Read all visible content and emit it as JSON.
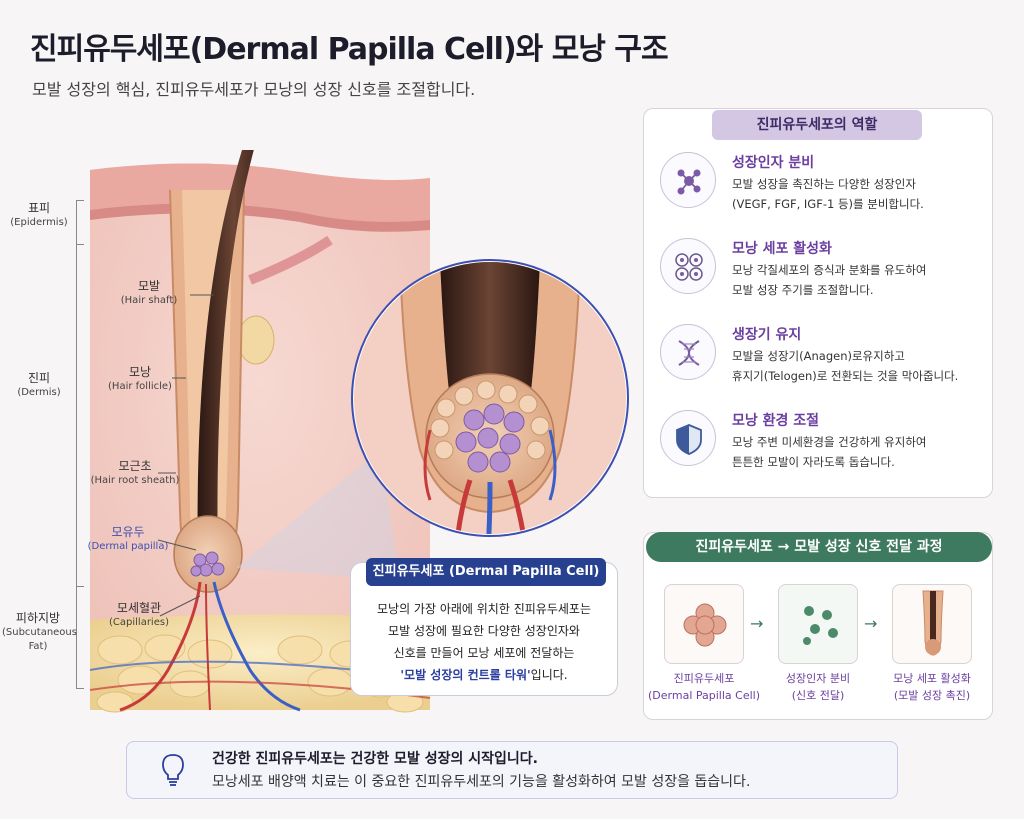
{
  "header": {
    "title": "진피유두세포(Dermal Papilla Cell)와 모낭 구조",
    "subtitle": "모발 성장의 핵심, 진피유두세포가 모낭의 성장 신호를 조절합니다."
  },
  "layers": [
    {
      "ko": "표피",
      "en": "(Epidermis)"
    },
    {
      "ko": "진피",
      "en": "(Dermis)"
    },
    {
      "ko": "피하지방",
      "en": "(Subcutaneous Fat)"
    }
  ],
  "parts": [
    {
      "ko": "모발",
      "en": "(Hair shaft)"
    },
    {
      "ko": "모낭",
      "en": "(Hair follicle)"
    },
    {
      "ko": "모근초",
      "en": "(Hair root sheath)"
    },
    {
      "ko": "모유두",
      "en": "(Dermal papilla)"
    },
    {
      "ko": "모세혈관",
      "en": "(Capillaries)"
    }
  ],
  "callout": {
    "tab": "진피유두세포 (Dermal Papilla Cell)",
    "line1": "모낭의 가장 아래에 위치한 진피유두세포는",
    "line2": "모발 성장에 필요한 다양한 성장인자와",
    "line3": "신호를 만들어 모낭 세포에 전달하는",
    "line4_em": "'모발 성장의 컨트롤 타워'",
    "line4_rest": "입니다."
  },
  "roles": {
    "tab": "진피유두세포의 역할",
    "items": [
      {
        "title": "성장인자 분비",
        "line1": "모발 성장을 촉진하는 다양한 성장인자",
        "line2": "(VEGF, FGF, IGF-1 등)를 분비합니다.",
        "icon": "molecule-icon"
      },
      {
        "title": "모낭 세포 활성화",
        "line1": "모낭 각질세포의 증식과 분화를 유도하여",
        "line2": "모발 성장 주기를 조절합니다.",
        "icon": "cells-icon"
      },
      {
        "title": "생장기 유지",
        "line1": "모발을 성장기(Anagen)로유지하고",
        "line2": "휴지기(Telogen)로 전환되는 것을 막아줍니다.",
        "icon": "dna-icon"
      },
      {
        "title": "모낭 환경 조절",
        "line1": "모낭 주변 미세환경을 건강하게 유지하여",
        "line2": "튼튼한 모발이 자라도록 돕습니다.",
        "icon": "shield-icon"
      }
    ]
  },
  "flow": {
    "tab": "진피유두세포 → 모발 성장 신호 전달 과정",
    "steps": [
      {
        "l1": "진피유두세포",
        "l2": "(Dermal Papilla Cell)"
      },
      {
        "l1": "성장인자 분비",
        "l2": "(신호 전달)"
      },
      {
        "l1": "모낭 세포 활성화",
        "l2": "(모발 성장 촉진)"
      }
    ],
    "arrow": "→"
  },
  "bottom": {
    "line1": "건강한 진피유두세포는 건강한 모발 성장의 시작입니다.",
    "line2": "모낭세포 배양액 치료는 이 중요한 진피유두세포의 기능을 활성화하여 모발 성장을 돕습니다."
  },
  "colors": {
    "accent_purple": "#6b3fa0",
    "accent_navy": "#27408f",
    "accent_green": "#3e7a5f"
  }
}
